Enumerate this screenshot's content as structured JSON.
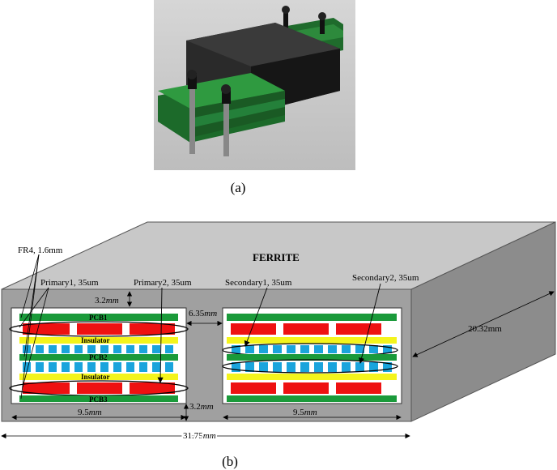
{
  "photo": {
    "description_icon": "transformer-photo"
  },
  "captions": {
    "a": "(a)",
    "b": "(b)"
  },
  "diagram": {
    "core_label": "FERRITE",
    "labels": {
      "fr4": "FR4, 1.6mm",
      "primary1": "Primary1, 35um",
      "primary2": "Primary2, 35um",
      "secondary1": "Secondary1, 35um",
      "secondary2": "Secondary2, 35um",
      "pcb1": "PCB1",
      "pcb2": "PCB2",
      "pcb3": "PCB3",
      "insulator1": "Insulator",
      "insulator2": "Insulator"
    },
    "dims": {
      "top_gap": "3.2",
      "gap_between": "6.35",
      "bottom_gap": "3.2",
      "width_left": "9.5",
      "width_right": "9.5",
      "total_width": "31.75",
      "depth": "20.32",
      "unit": "mm"
    },
    "colors": {
      "ferrite": "#a0a0a0",
      "ferrite_top": "#c8c8c8",
      "ferrite_side": "#8c8c8c",
      "pcb": "#1a9a3a",
      "copper_primary": "#ee1111",
      "insulator": "#f4f41c",
      "copper_secondary": "#1aa4dc"
    }
  }
}
